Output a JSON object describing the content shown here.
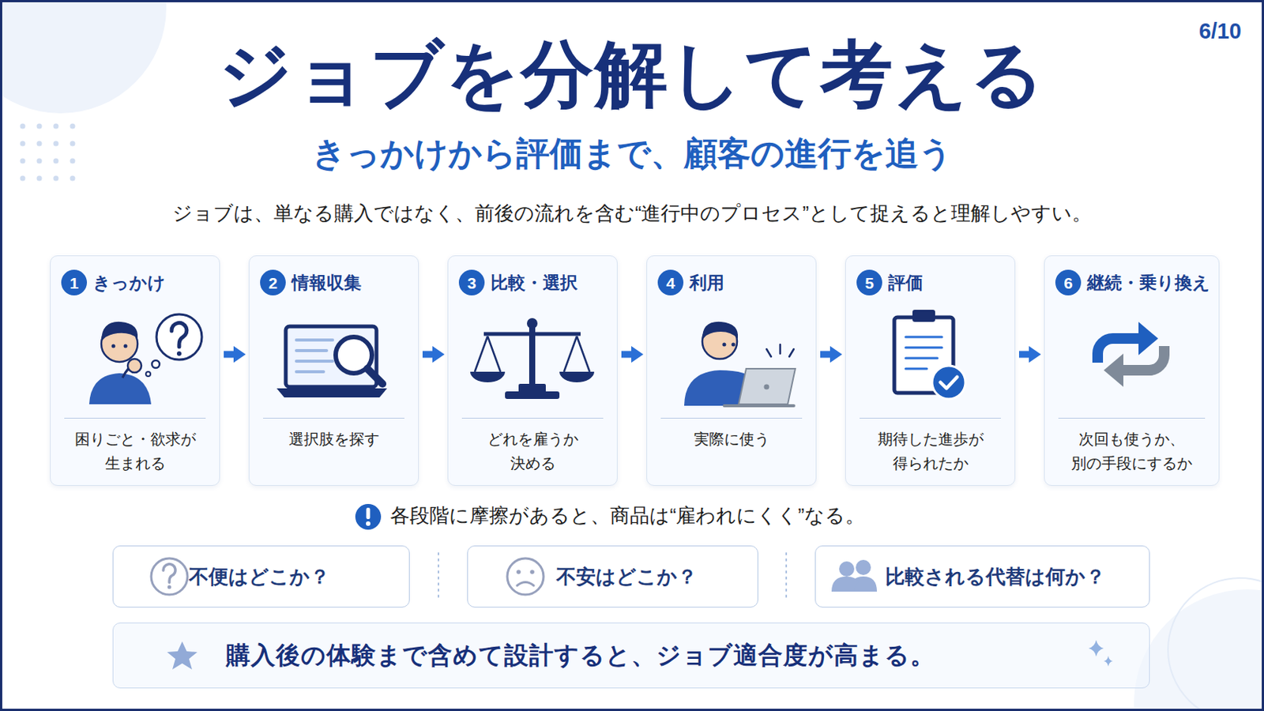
{
  "diagram": {
    "title": "ジョブを分解して考える",
    "nodes": [
      {
        "text": [
          "きっかけ",
          "困りごと・欲求が 生まれる"
        ]
      },
      {
        "text": [
          "1"
        ],
        "in": 0
      },
      {
        "text": [
          "情報収集",
          "選択肢を探す"
        ]
      },
      {
        "text": [
          "2"
        ],
        "in": 2
      },
      {
        "text": [
          "比較・選択",
          "どれを雇うか 決める"
        ]
      },
      {
        "text": [
          "3"
        ],
        "in": 4
      },
      {
        "text": [
          "利用",
          "実際に使う"
        ]
      },
      {
        "text": [
          "4"
        ],
        "in": 6
      },
      {
        "text": [
          "評価",
          "期待した進歩が 得られたか"
        ]
      },
      {
        "text": [
          "5"
        ],
        "in": 8
      },
      {
        "text": [
          "継続・乗り換え",
          "次回も使うか、 別の手段にするか"
        ]
      },
      {
        "text": [
          "6"
        ],
        "in": 10
      },
      {
        "text": [
          "不便はどこか？"
        ]
      },
      {
        "text": [
          "不安はどこか？"
        ]
      },
      {
        "text": [
          "比較される代替は何か？"
        ]
      },
      {
        "text": [
          "購入後の体験まで含めて設計すると、ジョブ適合度が高まる。"
        ]
      }
    ],
    "edges": [
      {
        "from": 0,
        "to": 2,
        "arrow": "to"
      },
      {
        "from": 2,
        "to": 4,
        "arrow": "to"
      },
      {
        "from": 4,
        "to": 6,
        "arrow": "to"
      },
      {
        "from": 6,
        "to": 8,
        "arrow": "to"
      },
      {
        "from": 8,
        "to": 10,
        "arrow": "to"
      }
    ],
    "labels": [
      "6/10",
      "きっかけから評価まで、顧客の進行を追う",
      "ジョブは、単なる購入ではなく、前後の流れを含む“進行中のプロセス”として捉えると理解しやすい。",
      "各段階に摩擦があると、商品は“雇われにくく”なる。"
    ]
  }
}
